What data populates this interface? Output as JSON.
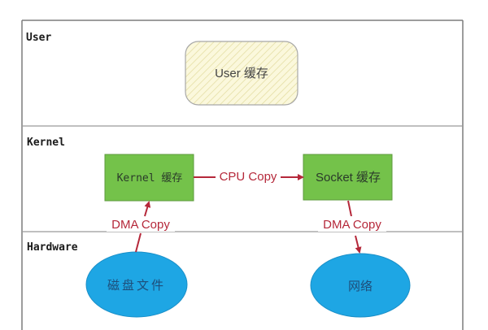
{
  "layers": [
    {
      "label": "User"
    },
    {
      "label": "Kernel"
    },
    {
      "label": "Hardware"
    }
  ],
  "nodes": {
    "user_cache": {
      "label": "User 缓存"
    },
    "kernel_cache": {
      "label": "Kernel 缓存"
    },
    "socket_cache": {
      "label": "Socket 缓存"
    },
    "disk_file": {
      "label": "磁盘文件"
    },
    "network": {
      "label": "网络"
    }
  },
  "edges": {
    "cpu_copy": {
      "label": "CPU Copy",
      "from": "Kernel 缓存",
      "to": "Socket 缓存"
    },
    "dma_copy_in": {
      "label": "DMA Copy",
      "from": "磁盘文件",
      "to": "Kernel 缓存"
    },
    "dma_copy_out": {
      "label": "DMA Copy",
      "from": "Socket 缓存",
      "to": "网络"
    }
  },
  "colors": {
    "kernel_box_fill": "#74c24a",
    "user_box_fill": "#fbf8d8",
    "ellipse_fill": "#1ea6e4",
    "arrow": "#b5283a",
    "frame": "#808080"
  }
}
